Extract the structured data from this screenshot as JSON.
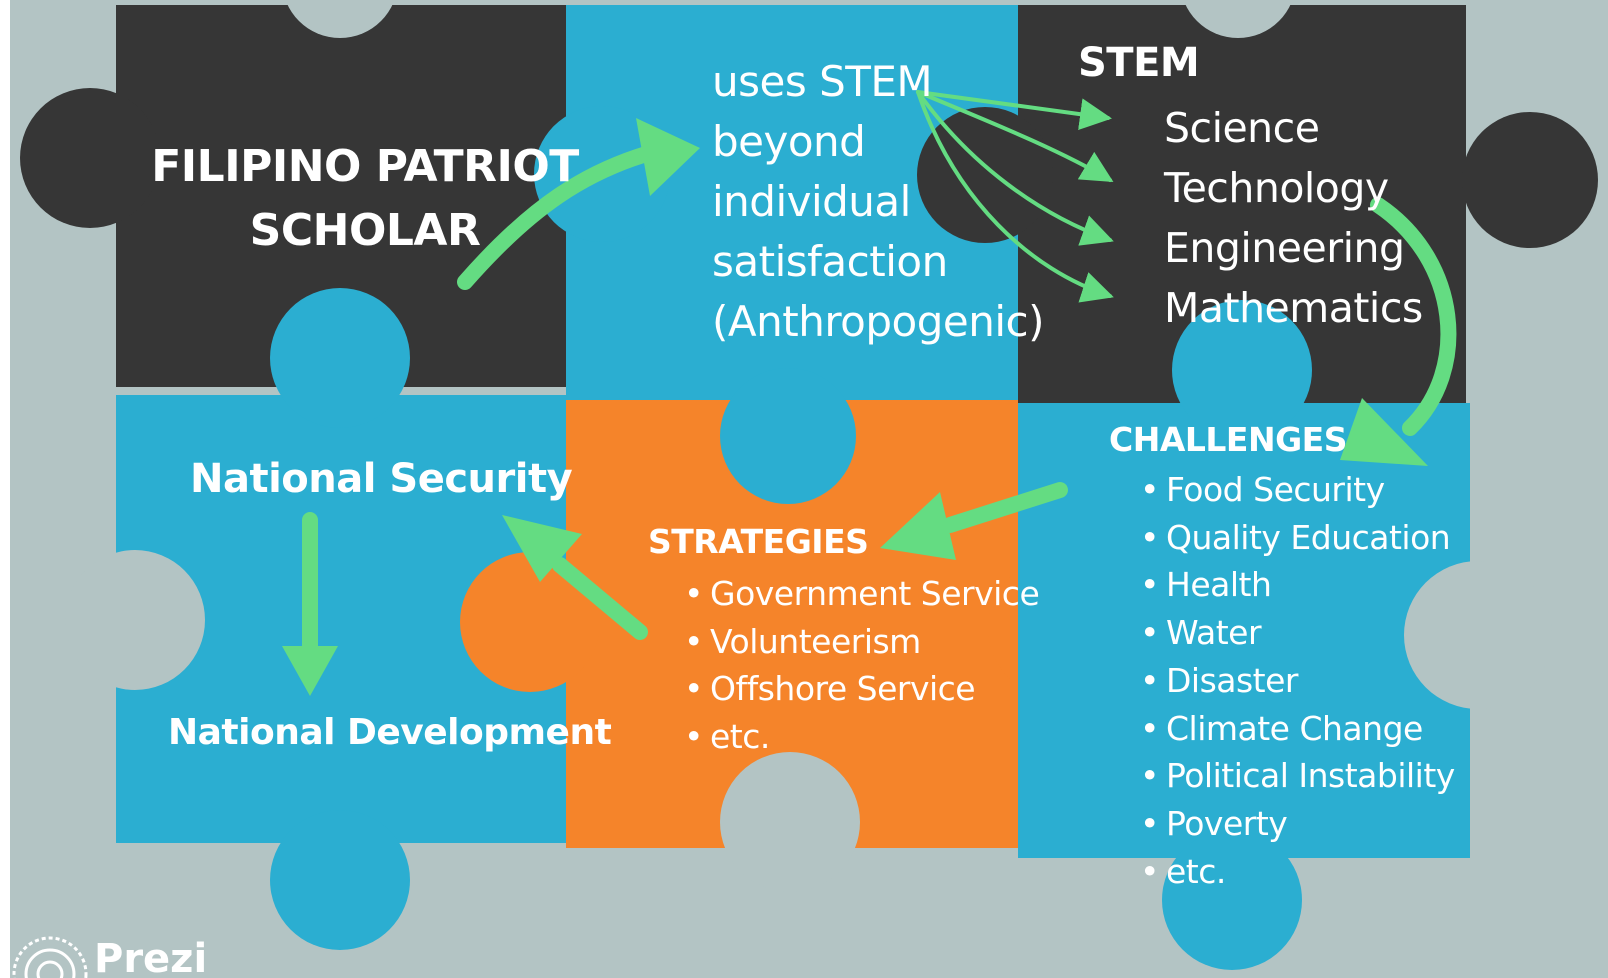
{
  "colors": {
    "background": "#b3c4c4",
    "dark_piece": "#363636",
    "blue_piece": "#2baed1",
    "orange_piece": "#f5842a",
    "arrow": "#64dc82",
    "text": "#ffffff"
  },
  "patriot": {
    "line1": "FILIPINO PATRIOT",
    "line2": "SCHOLAR"
  },
  "stem_usage": {
    "lines": [
      "uses STEM",
      "beyond",
      "individual",
      "satisfaction",
      "(Anthropogenic)"
    ]
  },
  "stem": {
    "title": "STEM",
    "items": [
      "Science",
      "Technology",
      "Engineering",
      "Mathematics"
    ]
  },
  "national": {
    "security": "National Security",
    "development": "National Development"
  },
  "strategies": {
    "title": "STRATEGIES",
    "items": [
      "Government Service",
      "Volunteerism",
      "Offshore Service",
      "etc."
    ]
  },
  "challenges": {
    "title": "CHALLENGES",
    "items": [
      "Food Security",
      "Quality Education",
      "Health",
      "Water",
      "Disaster",
      "Climate Change",
      "Political Instability",
      "Poverty",
      "etc."
    ]
  },
  "brand": {
    "logo_icon": "prezi-logo-icon",
    "text": "Prezi"
  }
}
